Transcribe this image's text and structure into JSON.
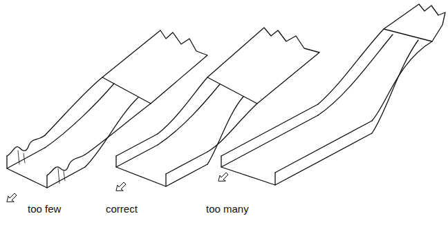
{
  "diagram": {
    "labels": [
      "too few",
      "correct",
      "too many"
    ]
  }
}
